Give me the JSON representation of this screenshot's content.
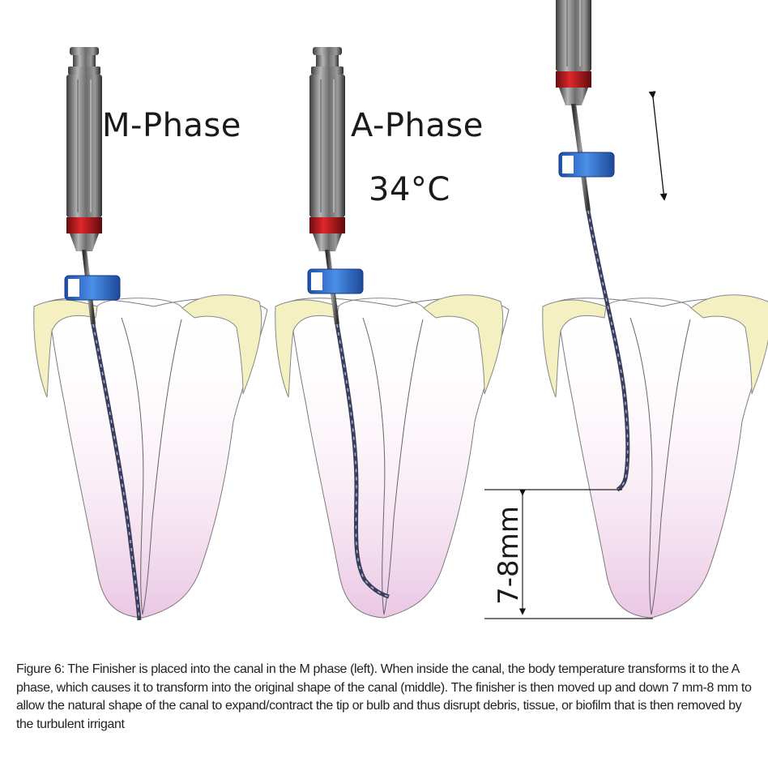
{
  "figure": {
    "labels": {
      "m_phase": "M-Phase",
      "a_phase": "A-Phase",
      "temperature": "34°C",
      "distance": "7-8mm"
    },
    "colors": {
      "enamel": "#f5f0c2",
      "root_tint": "#f0d0ea",
      "handle": "#8a8a8a",
      "band": "#c0171b",
      "stopper": "#2f6fd0",
      "file": "#3a3e58"
    }
  },
  "caption": "Figure 6: The Finisher is placed into the canal in the M phase (left). When inside the canal, the body temperature transforms it to the A phase, which causes it to transform into the original shape of the canal (middle). The finisher is then moved up and down 7 mm-8 mm to allow the natural shape of the canal to expand/contract the tip or bulb and thus disrupt debris, tissue, or biofilm that is then removed by the turbulent irrigant"
}
